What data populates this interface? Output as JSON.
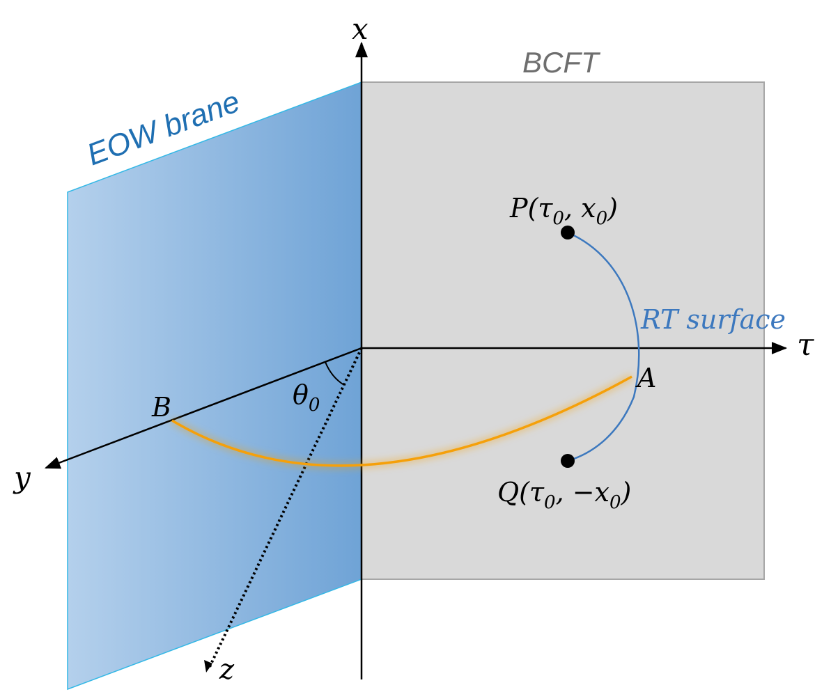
{
  "labels": {
    "axis_x": "x",
    "axis_tau": "τ",
    "axis_y": "y",
    "axis_z": "z",
    "bcft": "BCFT",
    "eow_brane": "EOW brane",
    "point_p": "P(τ",
    "point_p_sub": "0",
    "point_p_mid": ", x",
    "point_p_sub2": "0",
    "point_p_end": ")",
    "point_q": "Q(τ",
    "point_q_sub": "0",
    "point_q_mid": ", −x",
    "point_q_sub2": "0",
    "point_q_end": ")",
    "rt_surface": "RT surface",
    "point_a": "A",
    "point_b": "B",
    "angle_theta": "θ",
    "angle_theta_sub": "0"
  },
  "colors": {
    "bcft_fill": "#d9d9d9",
    "bcft_stroke": "#a6a6a6",
    "bcft_text": "#6e6e6e",
    "eow_light": "#b4d0ec",
    "eow_dark": "#6fa3d6",
    "eow_stroke": "#33b8e6",
    "eow_text": "#1f6fb2",
    "rt_curve": "#3c78be",
    "rt_text": "#3c78be",
    "orange_curve": "#f5a00a",
    "axis": "#000000"
  }
}
